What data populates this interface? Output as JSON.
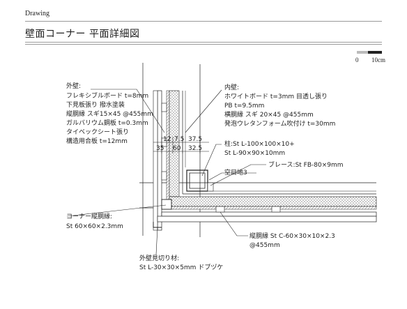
{
  "section_label": "Drawing",
  "title": "壁面コーナー 平面詳細図",
  "scale": {
    "zero": "0",
    "max": "10cm"
  },
  "labels": {
    "exterior_wall": [
      "外壁:",
      "フレキシブルボード t=8mm",
      "下見板張り 撥水塗装",
      "縦胴縁 スギ15×45 @455mm",
      "ガルバリウム鋼板 t=0.3mm",
      "タイベックシート張り",
      "構造用合板 t=12mm"
    ],
    "interior_wall": [
      "内壁:",
      "ホワイトボード t=3mm 目透し張り",
      "PB t=9.5mm",
      "横胴縁 スギ 20×45 @455mm",
      "発泡ウレタンフォーム吹付け t=30mm"
    ],
    "column": [
      "柱:St L-100×100×10+",
      "St L-90×90×10mm"
    ],
    "brace": "ブレース:St FB-80×9mm",
    "reveal": "空目地3",
    "corner_furring": [
      "コーナー縦胴縁:",
      "St 60×60×2.3mm"
    ],
    "vertical_furring": [
      "縦胴縁 St C-60×30×10×2.3",
      "@455mm"
    ],
    "cut_off": [
      "外壁見切り材:",
      "St L-30×30×5mm ドブヅケ"
    ],
    "dims": {
      "d1": "12",
      "d2": "7.5",
      "d3": "37.5",
      "d4": "35",
      "d5": "60",
      "d6": "32.5"
    }
  }
}
